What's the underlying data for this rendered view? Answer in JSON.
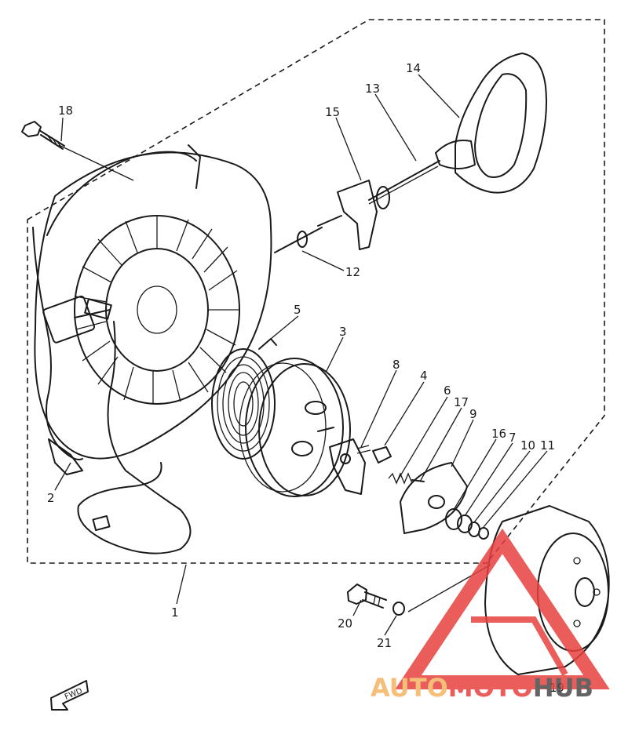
{
  "parts": [
    {
      "id": "1",
      "label": "1"
    },
    {
      "id": "2",
      "label": "2"
    },
    {
      "id": "3",
      "label": "3"
    },
    {
      "id": "4",
      "label": "4"
    },
    {
      "id": "5",
      "label": "5"
    },
    {
      "id": "6",
      "label": "6"
    },
    {
      "id": "7",
      "label": "7"
    },
    {
      "id": "8",
      "label": "8"
    },
    {
      "id": "9",
      "label": "9"
    },
    {
      "id": "10",
      "label": "10"
    },
    {
      "id": "11",
      "label": "11"
    },
    {
      "id": "12",
      "label": "12"
    },
    {
      "id": "13",
      "label": "13"
    },
    {
      "id": "14",
      "label": "14"
    },
    {
      "id": "15",
      "label": "15"
    },
    {
      "id": "16",
      "label": "16"
    },
    {
      "id": "17",
      "label": "17"
    },
    {
      "id": "18",
      "label": "18"
    },
    {
      "id": "19",
      "label": "19"
    },
    {
      "id": "20",
      "label": "20"
    },
    {
      "id": "21",
      "label": "21"
    }
  ],
  "fwd_label": "FWD",
  "watermark": {
    "part1": "AUTO",
    "part2": "MOTO",
    "part3": "HUB",
    "color_orange": "#f5b562",
    "color_red": "#e8413f",
    "color_dark": "#4a4a4a"
  }
}
